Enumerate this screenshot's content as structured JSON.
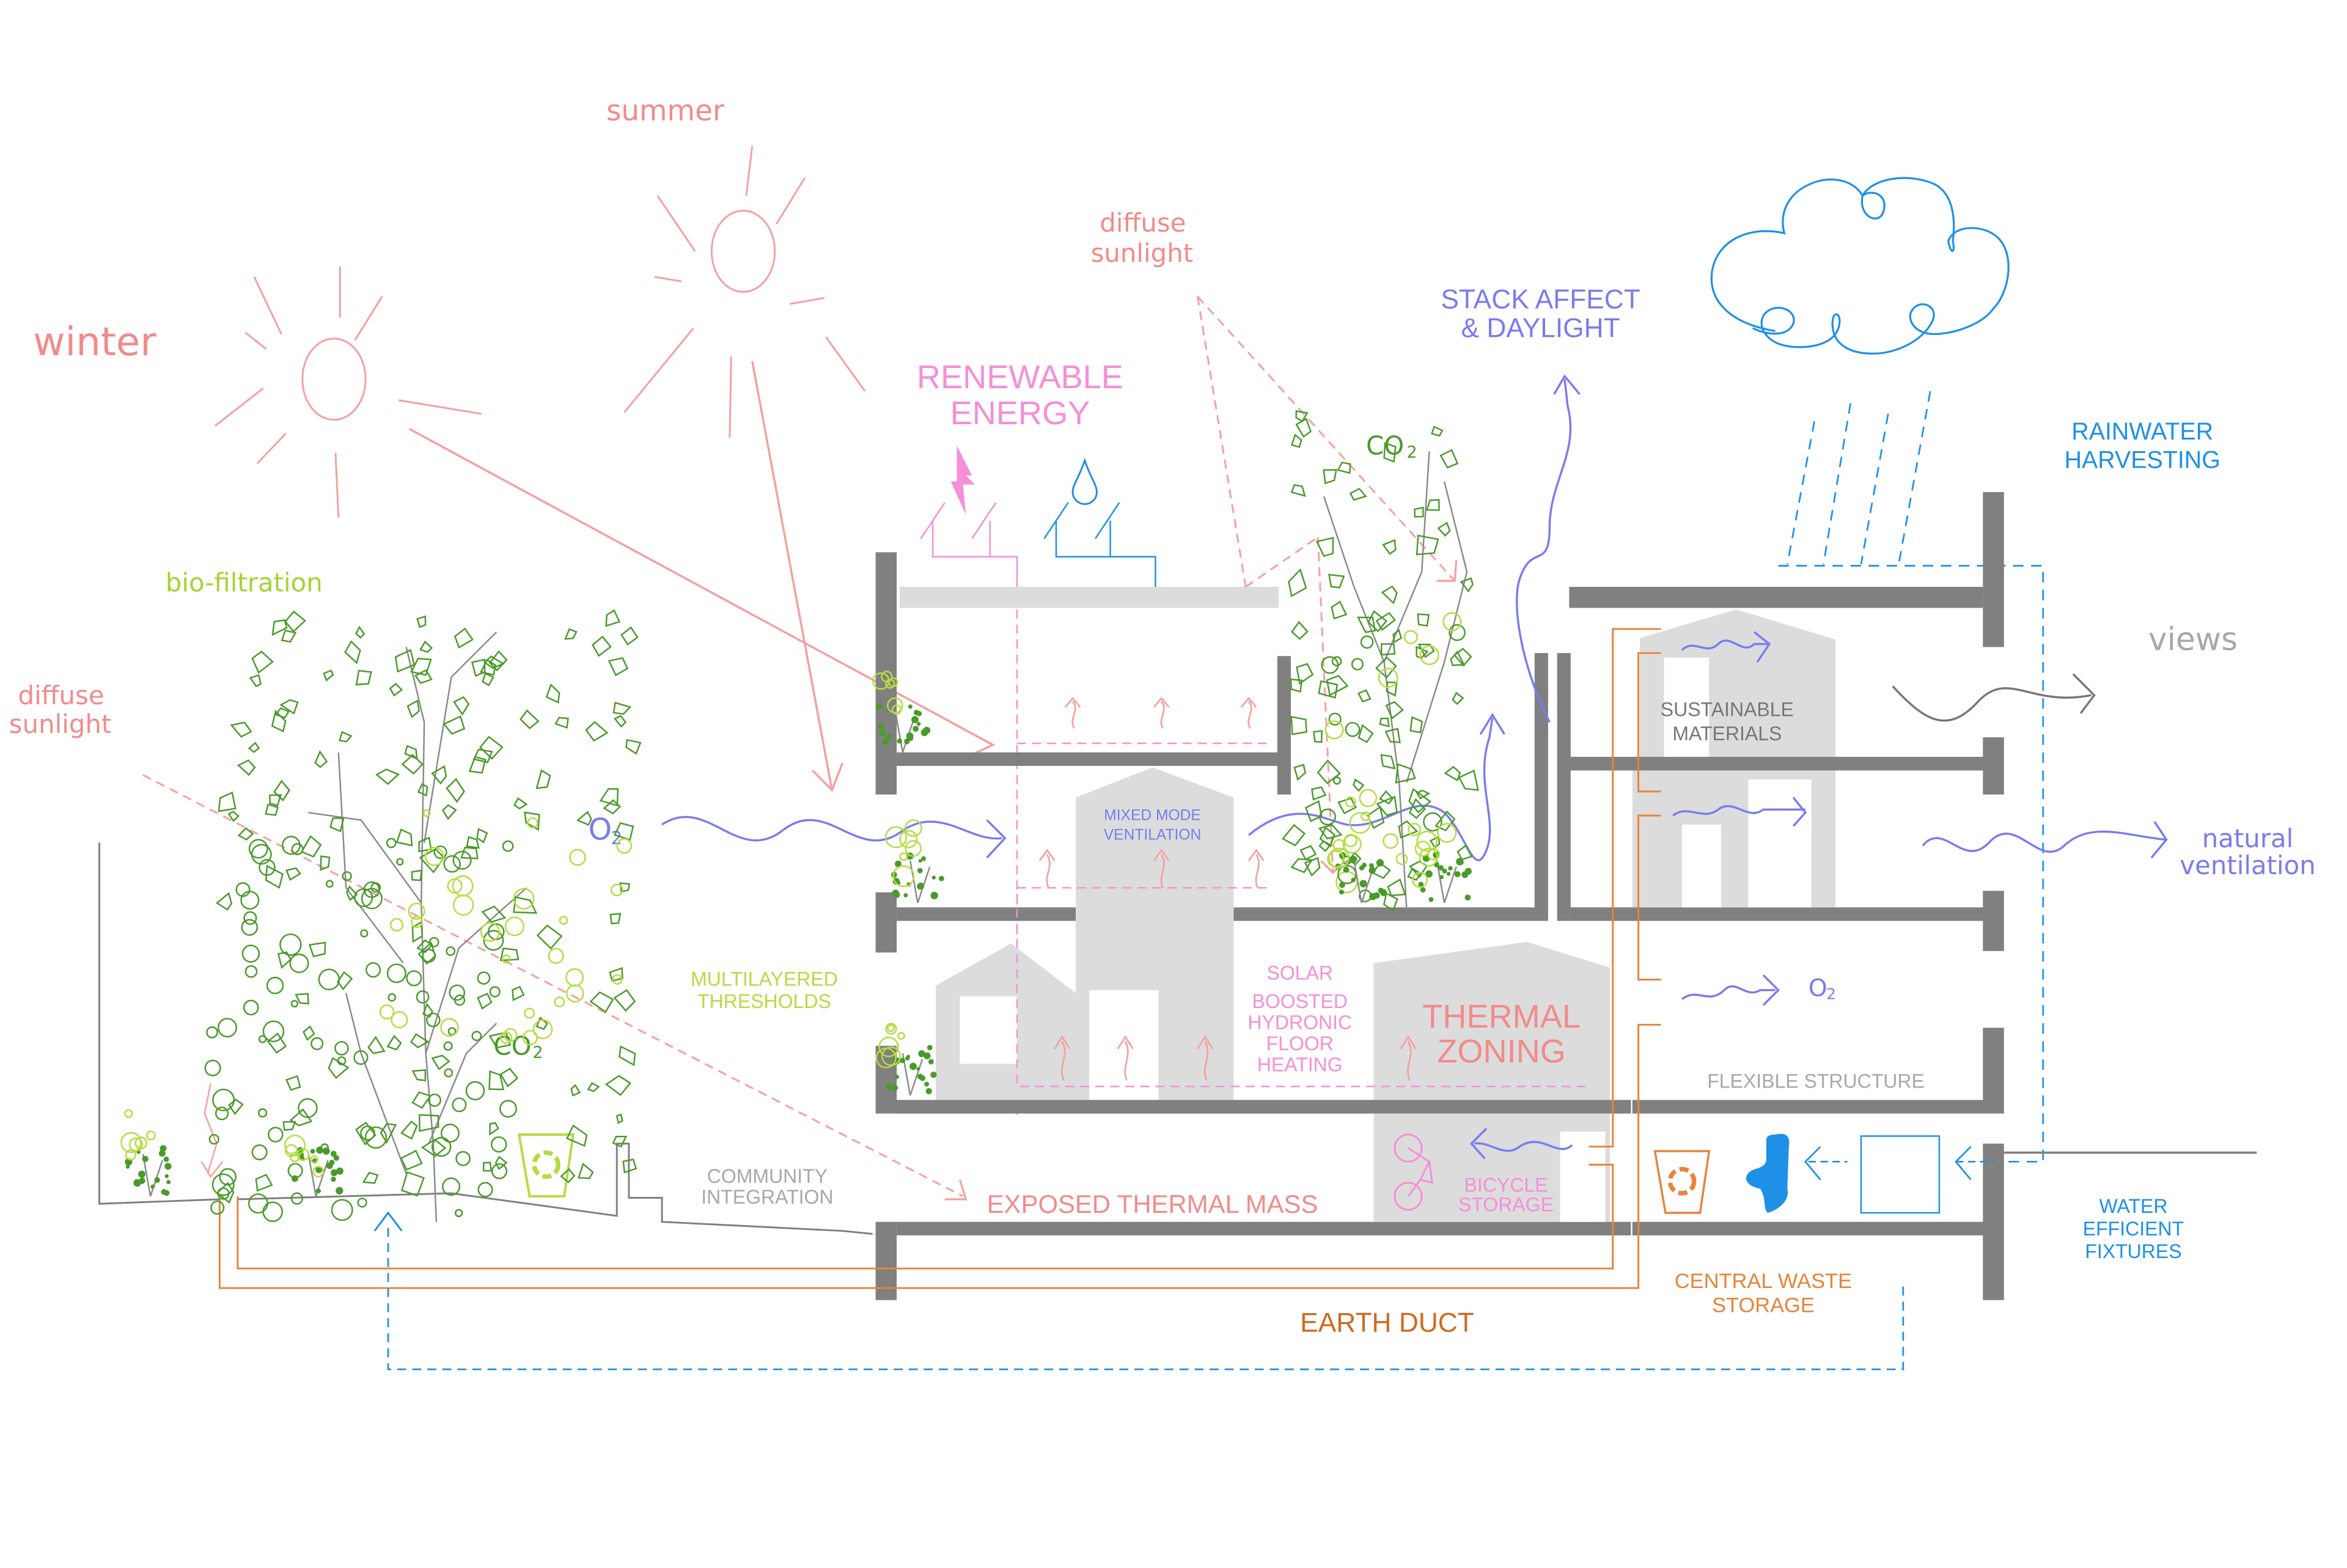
{
  "diagram": {
    "title": "Sustainable building section diagram",
    "colors": {
      "sun": "#f4a0a0",
      "sun_text": "#f28b8b",
      "pink": "#f58fd8",
      "blue_water": "#1e90e8",
      "ventilation": "#7b7bef",
      "green_dark": "#4a9a2a",
      "green_light": "#b5dc40",
      "structure": "#808080",
      "light_grey": "#dcdcdc",
      "orange": "#e8833a",
      "orange_dark": "#d06a1e",
      "grey_text": "#a8a8a8",
      "dark_grey_text": "#777777"
    },
    "labels": {
      "summer": "summer",
      "winter": "winter",
      "diffuse_sunlight_top_1": "diffuse",
      "diffuse_sunlight_top_2": "sunlight",
      "diffuse_sunlight_left_1": "diffuse",
      "diffuse_sunlight_left_2": "sunlight",
      "renewable_energy_1": "RENEWABLE",
      "renewable_energy_2": "ENERGY",
      "stack_affect_1": "STACK AFFECT",
      "stack_affect_2": "& DAYLIGHT",
      "co2_top": "CO",
      "co2_top_sub": "2",
      "rainwater_1": "RAINWATER",
      "rainwater_2": "HARVESTING",
      "bio_filtration": "bio-filtration",
      "views": "views",
      "o2_left": "O",
      "o2_left_sub": "2",
      "mixed_mode_1": "MIXED MODE",
      "mixed_mode_2": "VENTILATION",
      "sustainable_1": "SUSTAINABLE",
      "sustainable_2": "MATERIALS",
      "natural_vent_1": "natural",
      "natural_vent_2": "ventilation",
      "multilayered_1": "MULTILAYERED",
      "multilayered_2": "THRESHOLDS",
      "solar_1": "SOLAR",
      "solar_2": "BOOSTED",
      "solar_3": "HYDRONIC",
      "solar_4": "FLOOR",
      "solar_5": "HEATING",
      "thermal_1": "THERMAL",
      "thermal_2": "ZONING",
      "o2_right": "O",
      "o2_right_sub": "2",
      "flexible_structure": "FLEXIBLE STRUCTURE",
      "co2_left": "CO",
      "co2_left_sub": "2",
      "community_1": "COMMUNITY",
      "community_2": "INTEGRATION",
      "exposed_thermal_mass": "EXPOSED THERMAL MASS",
      "bicycle_1": "BICYCLE",
      "bicycle_2": "STORAGE",
      "water_eff_1": "WATER",
      "water_eff_2": "EFFICIENT",
      "water_eff_3": "FIXTURES",
      "central_waste_1": "CENTRAL WASTE",
      "central_waste_2": "STORAGE",
      "earth_duct": "EARTH DUCT"
    },
    "icons": {
      "lightning": "lightning-bolt-icon",
      "water_drop": "water-drop-icon",
      "recycle_green": "recycle-bin-icon",
      "recycle_orange": "recycle-bin-icon",
      "toilet": "toilet-icon",
      "bicycle": "bicycle-icon",
      "cloud": "rain-cloud-icon",
      "sun_summer": "sun-icon",
      "sun_winter": "sun-icon",
      "tree": "tree-icon"
    }
  }
}
